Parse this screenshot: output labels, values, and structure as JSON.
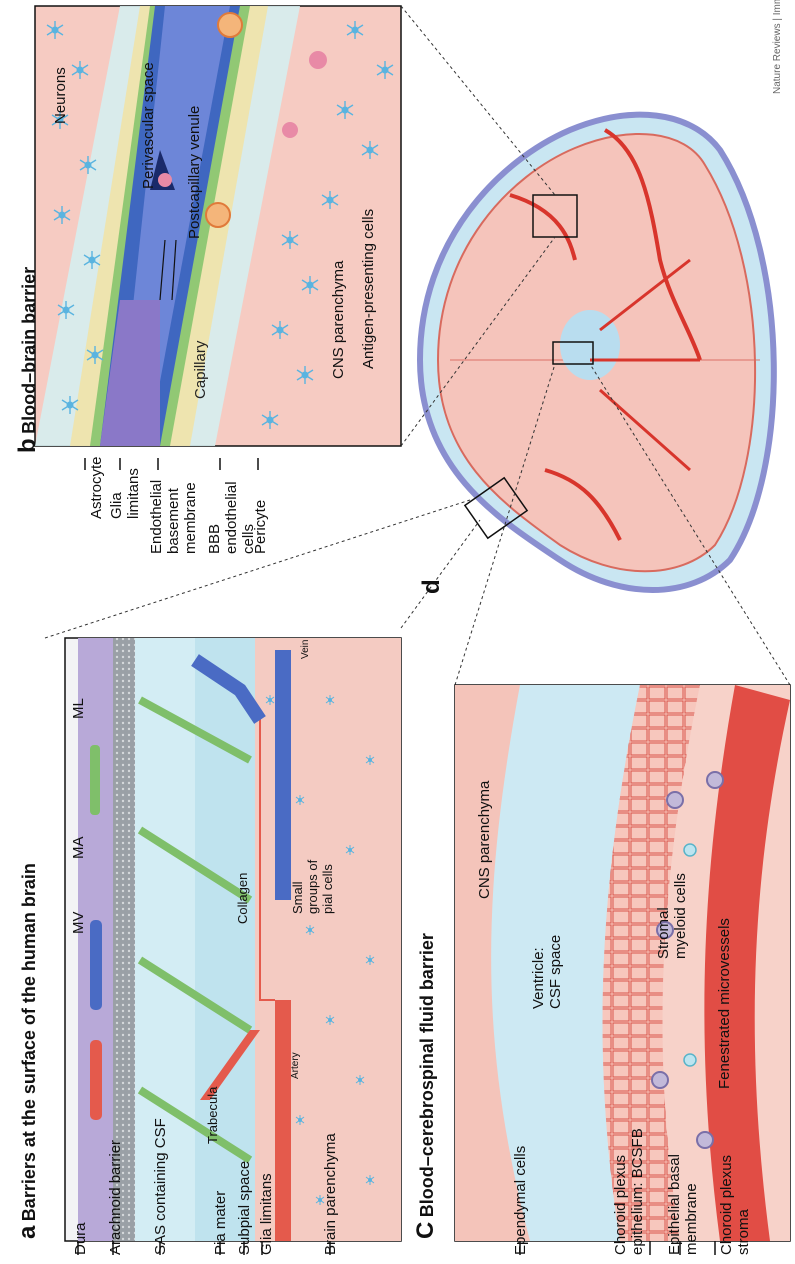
{
  "panels": {
    "a": {
      "letter": "a",
      "title": "Barriers at the surface of the human brain"
    },
    "b": {
      "letter": "b",
      "title": "Blood–brain barrier"
    },
    "c": {
      "letter": "C",
      "title": "Blood–cerebrospinal fluid barrier"
    },
    "d": {
      "letter": "d"
    }
  },
  "labels_a": {
    "dura": "Dura",
    "arachnoid": "Arachnoid barrier",
    "sas": "SAS containing CSF",
    "pia": "Pia mater",
    "subpial": "Subpial space",
    "glia": "Glia limitans",
    "brain": "Brain parenchyma",
    "ma": "MA",
    "mv": "MV",
    "ml": "ML",
    "trabecula": "Trabecula",
    "collagen": "Collagen",
    "artery": "Artery",
    "vein": "Vein",
    "pial_groups": "Small\ngroups of\npial cells"
  },
  "labels_b": {
    "astrocyte": "Astrocyte",
    "glia": "Glia\nlimitans",
    "ebm": "Endothelial\nbasement\nmembrane",
    "bbb": "BBB\nendothelial\ncells",
    "pericyte": "Pericyte",
    "capillary": "Capillary",
    "venule": "Postcapillary venule",
    "perivascular": "Perivascular space",
    "cns": "CNS parenchyma",
    "apc": "Antigen-presenting cells",
    "neurons": "Neurons"
  },
  "labels_c": {
    "ependymal": "Ependymal cells",
    "cp_epi": "Choroid plexus\nepithelium: BCSFB",
    "ebm": "Epithelial basal\nmembrane",
    "stroma": "Choroid plexus\nstroma",
    "cns": "CNS parenchyma",
    "ventricle": "Ventricle:\nCSF space",
    "myeloid": "Stromal\nmyeloid cells",
    "fenestrated": "Fenestrated microvessels"
  },
  "credit": "Nature Reviews | Immunology",
  "colors": {
    "parenchyma": "#f6c7bf",
    "csf": "#cfe9f2",
    "artery": "#e2493c",
    "vein": "#4a6bc4",
    "capillary": "#8a78c8",
    "pia_green": "#7fbf6a",
    "dura": "#b8a9d8",
    "astrocyte": "#5ab4e0"
  }
}
